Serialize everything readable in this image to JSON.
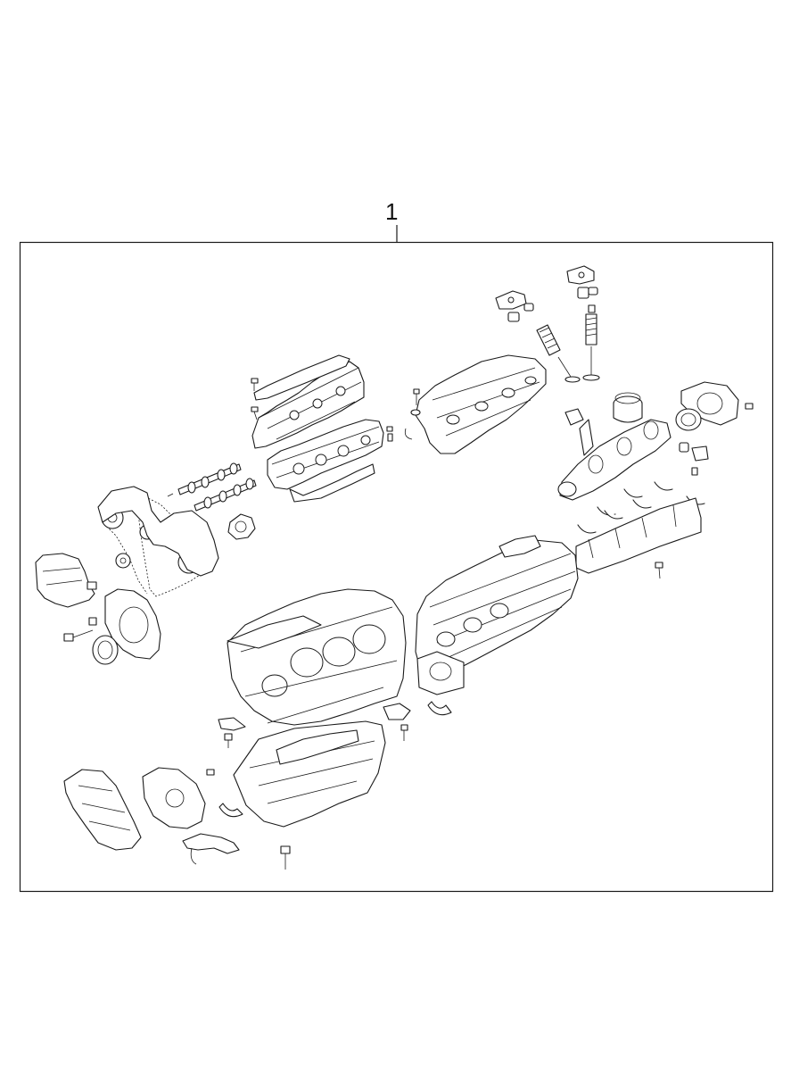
{
  "callout": {
    "number": "1"
  },
  "colors": {
    "line": "#1a1a1a",
    "background": "#ffffff"
  },
  "parts": [
    "cylinder-head-left",
    "cylinder-head-right",
    "camshaft-pair",
    "timing-belt",
    "timing-cover-upper",
    "timing-cover-lower",
    "crank-pulley",
    "belt-tensioner",
    "valve-rocker",
    "valve-spring",
    "valve",
    "piston",
    "crankshaft",
    "rear-oil-seal-housing",
    "main-bearing-cap-ladder",
    "bearing-shells",
    "cylinder-block",
    "intake-manifold",
    "oil-pan",
    "oil-pump",
    "oil-strainer",
    "front-case",
    "bolts"
  ]
}
